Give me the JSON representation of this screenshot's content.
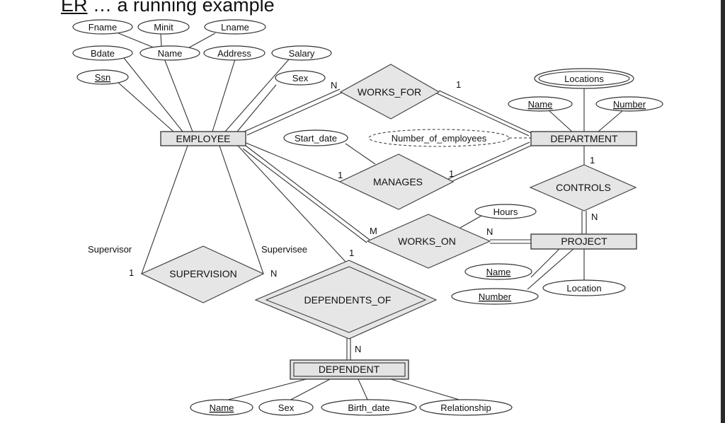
{
  "title": {
    "prefix": "ER",
    "rest": " … a running example"
  },
  "entities": {
    "employee": "EMPLOYEE",
    "department": "DEPARTMENT",
    "project": "PROJECT",
    "dependent": "DEPENDENT"
  },
  "relationships": {
    "works_for": "WORKS_FOR",
    "manages": "MANAGES",
    "works_on": "WORKS_ON",
    "controls": "CONTROLS",
    "supervision": "SUPERVISION",
    "dependents_of": "DEPENDENTS_OF"
  },
  "attributes": {
    "fname": "Fname",
    "minit": "Minit",
    "lname": "Lname",
    "bdate": "Bdate",
    "emp_name": "Name",
    "address": "Address",
    "salary": "Salary",
    "ssn": "Ssn",
    "sex": "Sex",
    "start_date": "Start_date",
    "number_of_employees": "Number_of_employees",
    "locations": "Locations",
    "dept_name": "Name",
    "dept_number": "Number",
    "hours": "Hours",
    "proj_name": "Name",
    "proj_number": "Number",
    "proj_location": "Location",
    "dep_name": "Name",
    "dep_sex": "Sex",
    "birth_date": "Birth_date",
    "relationship": "Relationship"
  },
  "roles": {
    "supervisor": "Supervisor",
    "supervisee": "Supervisee"
  },
  "cardinalities": {
    "works_for_emp": "N",
    "works_for_dept": "1",
    "manages_emp": "1",
    "manages_dept": "1",
    "controls_dept": "1",
    "controls_proj": "N",
    "works_on_emp": "M",
    "works_on_proj": "N",
    "supervision_supervisor": "1",
    "supervision_supervisee": "N",
    "dependents_of_emp": "1",
    "dependents_of_dep": "N"
  }
}
